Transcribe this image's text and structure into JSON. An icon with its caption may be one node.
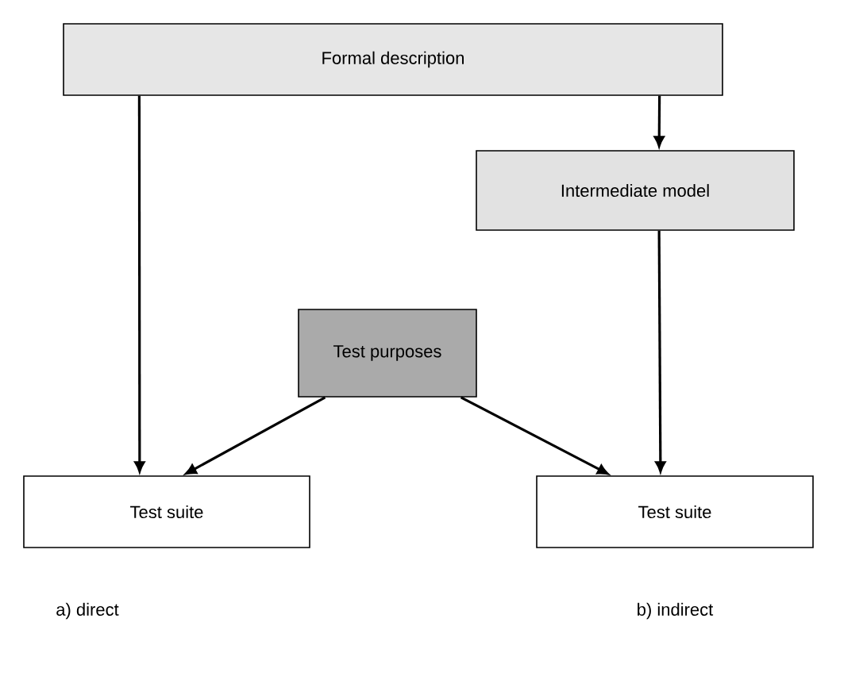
{
  "diagram": {
    "nodes": [
      {
        "text": [
          "Formal description"
        ]
      },
      {
        "text": [
          "Intermediate model"
        ]
      },
      {
        "text": [
          "Test purposes"
        ]
      },
      {
        "text": [
          "Test suite"
        ]
      },
      {
        "text": [
          "Test suite"
        ]
      }
    ],
    "edges": [
      {
        "from": 0,
        "to": 3,
        "arrow": "to"
      },
      {
        "from": 0,
        "to": 1,
        "arrow": "to"
      },
      {
        "from": 1,
        "to": 4,
        "arrow": "to"
      },
      {
        "from": 2,
        "to": 3,
        "arrow": "to"
      },
      {
        "from": 2,
        "to": 4,
        "arrow": "to"
      }
    ],
    "labels": [
      "a) direct",
      "b) indirect"
    ]
  }
}
